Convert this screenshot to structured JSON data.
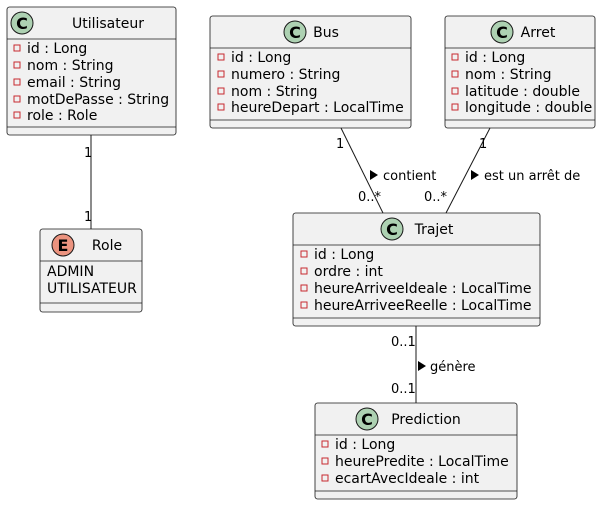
{
  "classes": {
    "utilisateur": {
      "stereotype": "C",
      "name": "Utilisateur",
      "attributes": [
        "id : Long",
        "nom : String",
        "email : String",
        "motDePasse : String",
        "role : Role"
      ]
    },
    "bus": {
      "stereotype": "C",
      "name": "Bus",
      "attributes": [
        "id : Long",
        "numero : String",
        "nom : String",
        "heureDepart : LocalTime"
      ]
    },
    "arret": {
      "stereotype": "C",
      "name": "Arret",
      "attributes": [
        "id : Long",
        "nom : String",
        "latitude : double",
        "longitude : double"
      ]
    },
    "role": {
      "stereotype": "E",
      "name": "Role",
      "values": [
        "ADMIN",
        "UTILISATEUR"
      ]
    },
    "trajet": {
      "stereotype": "C",
      "name": "Trajet",
      "attributes": [
        "id : Long",
        "ordre : int",
        "heureArriveeIdeale : LocalTime",
        "heureArriveeReelle : LocalTime"
      ]
    },
    "prediction": {
      "stereotype": "C",
      "name": "Prediction",
      "attributes": [
        "id : Long",
        "heurePredite : LocalTime",
        "ecartAvecIdeale : int"
      ]
    }
  },
  "relations": {
    "utilisateur_role": {
      "source_mult": "1",
      "target_mult": "1"
    },
    "bus_trajet": {
      "source_mult": "1",
      "target_mult": "0..*",
      "label": "contient"
    },
    "arret_trajet": {
      "source_mult": "1",
      "target_mult": "0..*",
      "label": "est un arrêt de"
    },
    "trajet_prediction": {
      "source_mult": "0..1",
      "target_mult": "0..1",
      "label": "génère"
    }
  }
}
